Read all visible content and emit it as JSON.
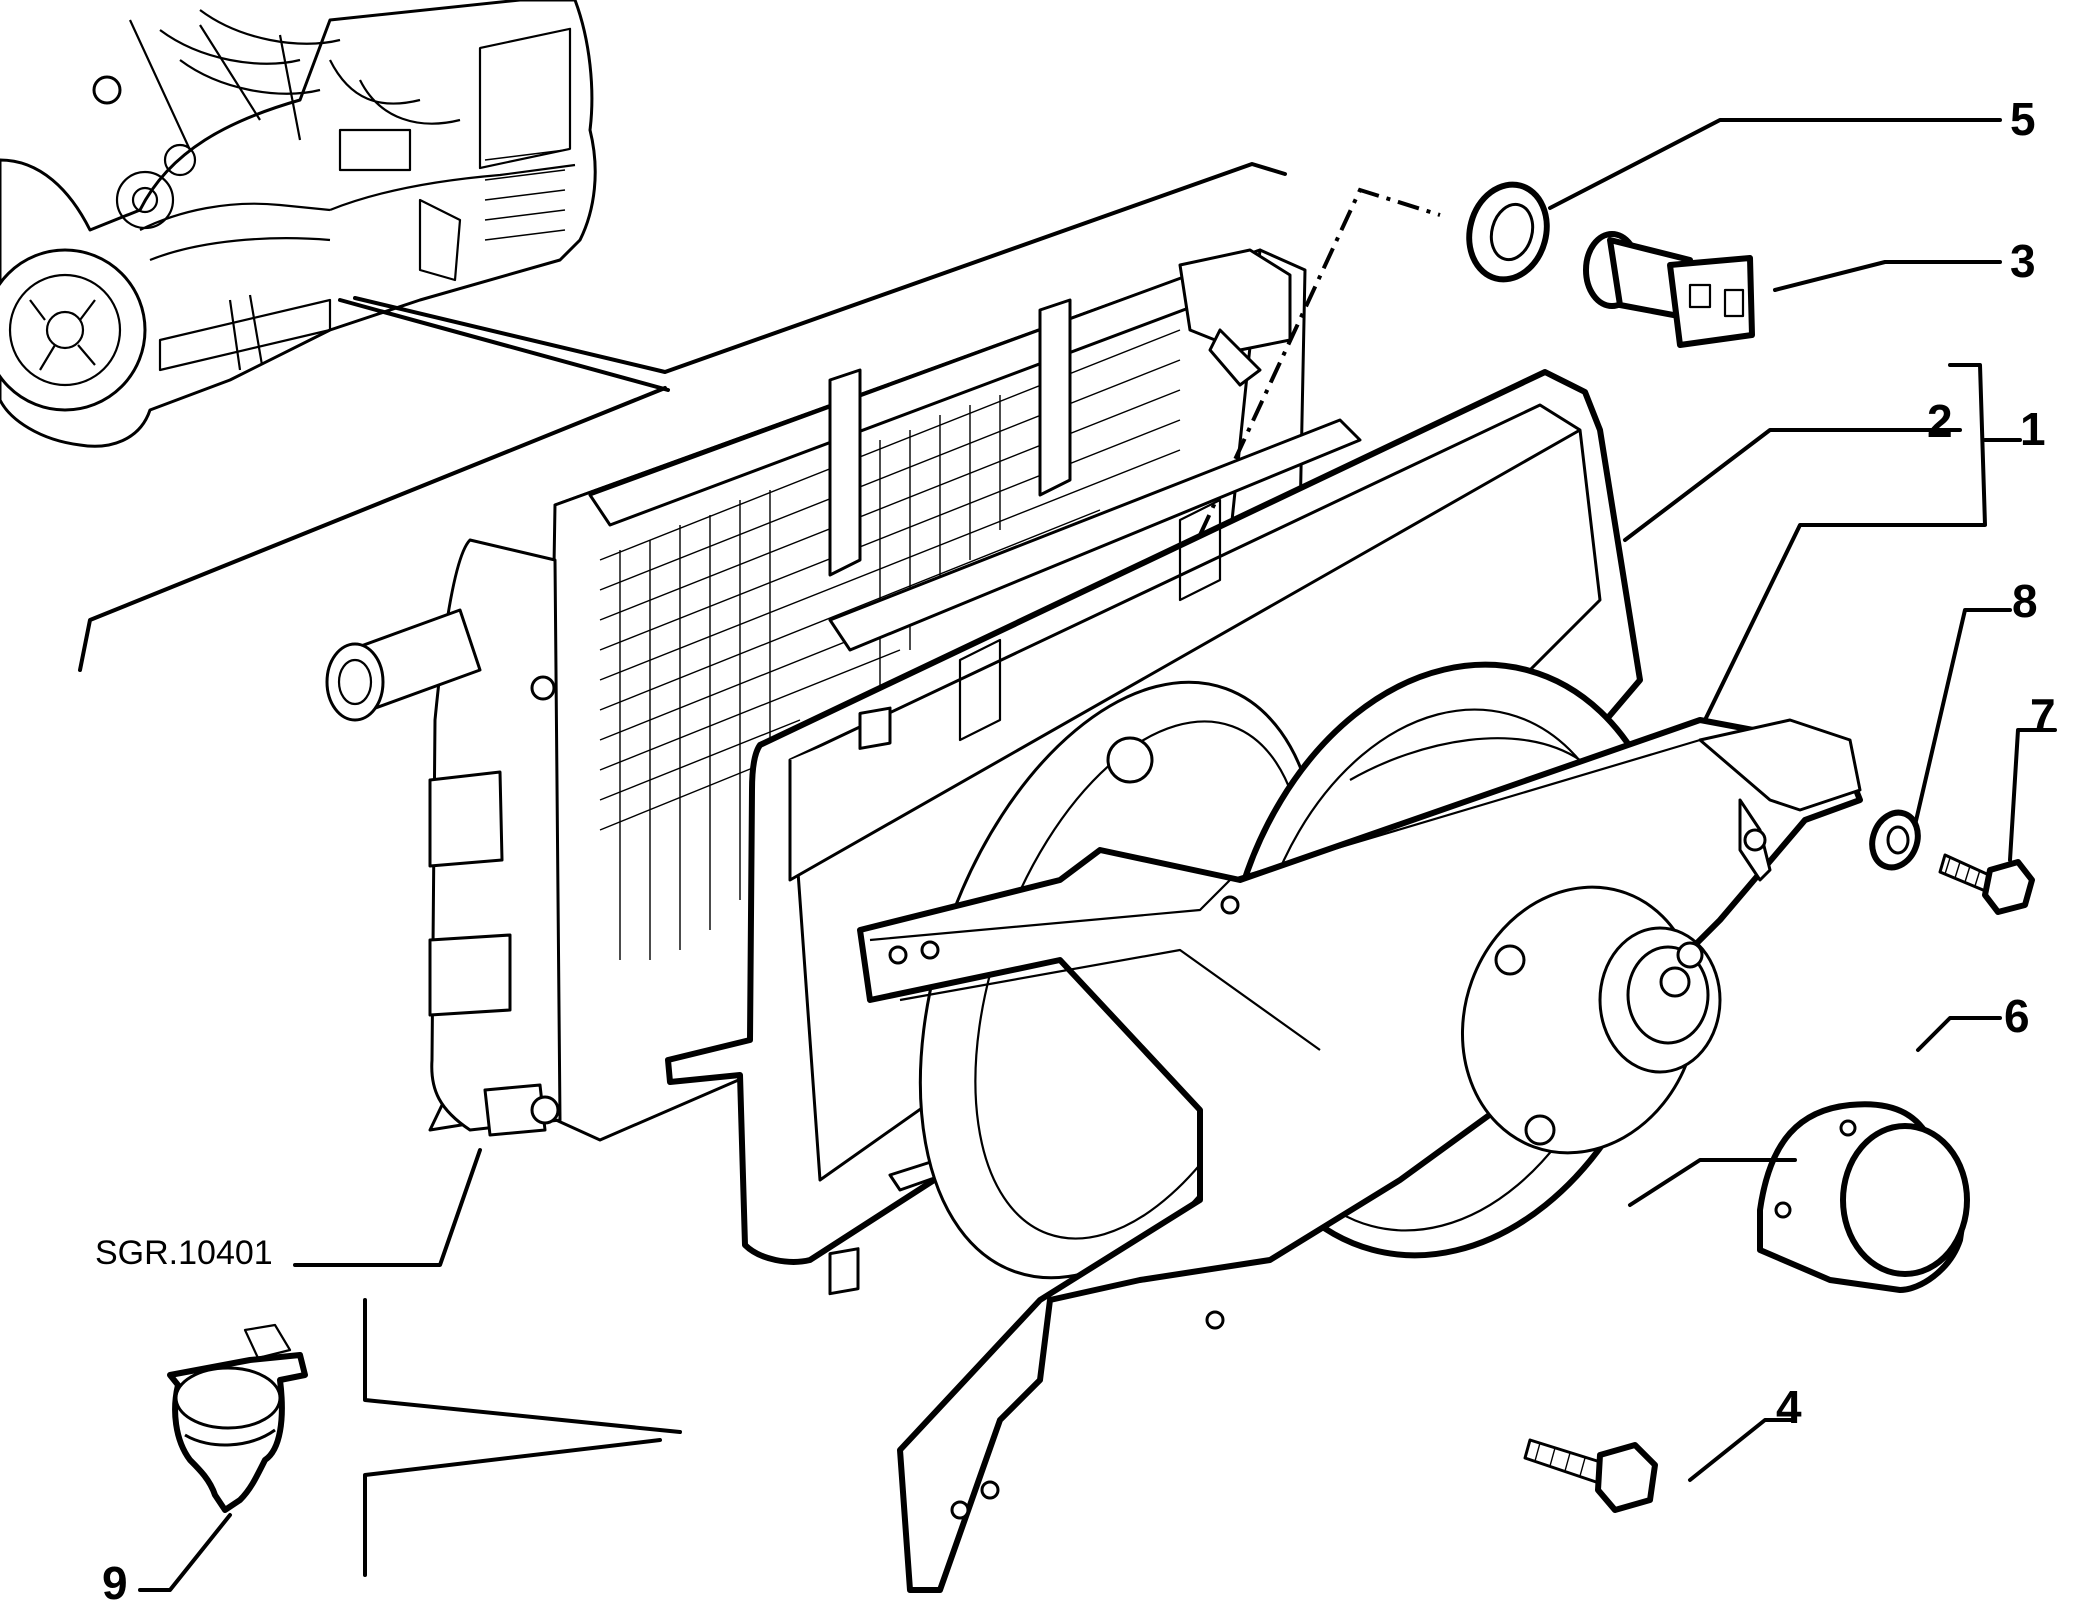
{
  "diagram": {
    "reference_code": "SGR.10401",
    "callouts": [
      {
        "id": "1",
        "label": "1"
      },
      {
        "id": "2",
        "label": "2"
      },
      {
        "id": "3",
        "label": "3"
      },
      {
        "id": "4",
        "label": "4"
      },
      {
        "id": "5",
        "label": "5"
      },
      {
        "id": "6",
        "label": "6"
      },
      {
        "id": "7",
        "label": "7"
      },
      {
        "id": "8",
        "label": "8"
      },
      {
        "id": "9",
        "label": "9"
      }
    ]
  }
}
